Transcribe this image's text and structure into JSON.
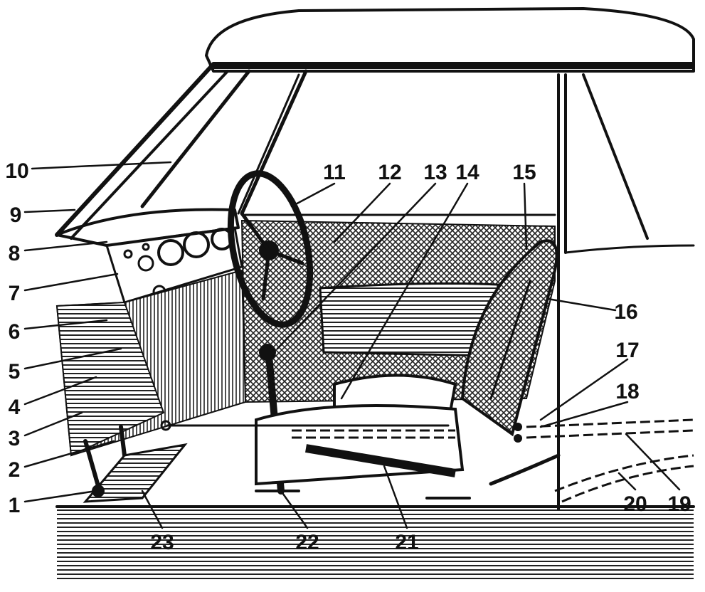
{
  "figure": {
    "type": "car interior cutaway line drawing",
    "callouts": [
      "1",
      "2",
      "3",
      "4",
      "5",
      "6",
      "7",
      "8",
      "9",
      "10",
      "11",
      "12",
      "13",
      "14",
      "15",
      "16",
      "17",
      "18",
      "19",
      "20",
      "21",
      "22",
      "23"
    ]
  },
  "colors": {
    "ink": "#111111",
    "paper": "#ffffff"
  }
}
